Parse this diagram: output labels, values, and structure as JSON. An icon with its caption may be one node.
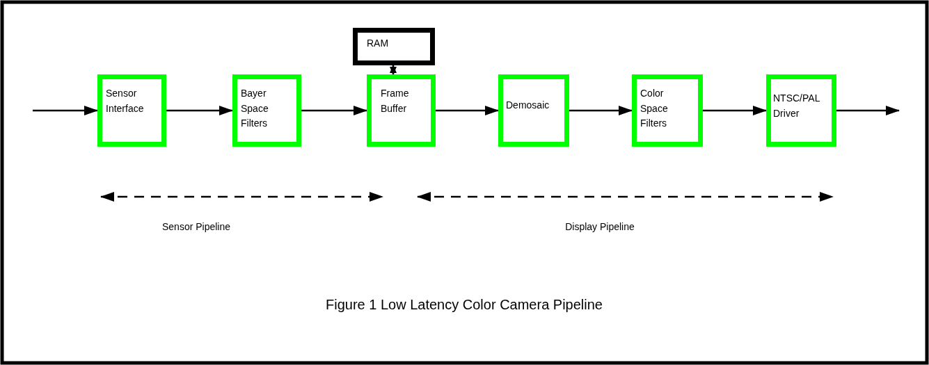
{
  "diagram": {
    "caption": "Figure 1 Low Latency Color Camera Pipeline",
    "nodes": [
      {
        "text": [
          "Sensor Interface"
        ]
      },
      {
        "text": [
          "Bayer Space Filters"
        ]
      },
      {
        "text": [
          "Frame Buffer"
        ]
      },
      {
        "text": [
          "Demosaic"
        ]
      },
      {
        "text": [
          "Color Space Filters"
        ]
      },
      {
        "text": [
          "NTSC/PAL Driver"
        ]
      },
      {
        "text": [
          "RAM"
        ]
      }
    ],
    "edges": [
      {
        "from": null,
        "to": 0,
        "arrow": "to"
      },
      {
        "from": 0,
        "to": 1,
        "arrow": "to"
      },
      {
        "from": 1,
        "to": 2,
        "arrow": "to"
      },
      {
        "from": 2,
        "to": 3,
        "arrow": "to"
      },
      {
        "from": 3,
        "to": 4,
        "arrow": "to"
      },
      {
        "from": 4,
        "to": 5,
        "arrow": "to"
      },
      {
        "from": 5,
        "to": null,
        "arrow": "to"
      },
      {
        "from": 6,
        "to": 2,
        "arrow": "both"
      }
    ],
    "labels": [
      "Sensor Pipeline",
      "Display Pipeline"
    ]
  }
}
